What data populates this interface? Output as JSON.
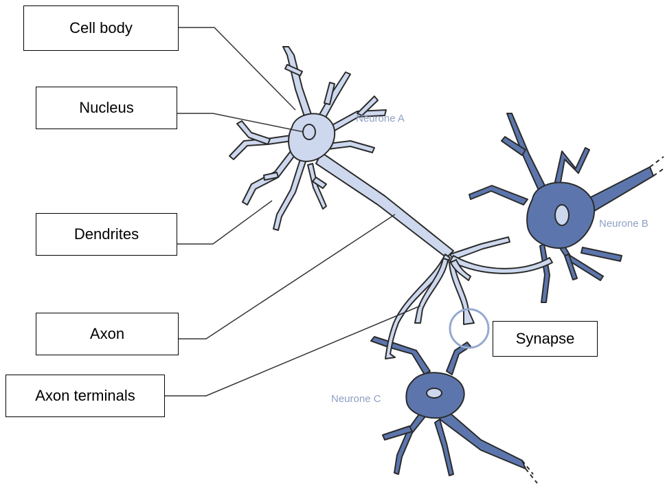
{
  "labels": {
    "cell_body": "Cell body",
    "nucleus": "Nucleus",
    "dendrites": "Dendrites",
    "axon": "Axon",
    "axon_terminals": "Axon terminals",
    "synapse": "Synapse"
  },
  "neurons": {
    "a": "Neurone A",
    "b": "Neurone B",
    "c": "Neurone C"
  },
  "colors": {
    "neuron_a_fill": "#cdd8ee",
    "neuron_bc_fill": "#5c76ad",
    "outline": "#2b2b2b",
    "synapse_ring": "#95a9cf",
    "leader_line": "#333333"
  }
}
